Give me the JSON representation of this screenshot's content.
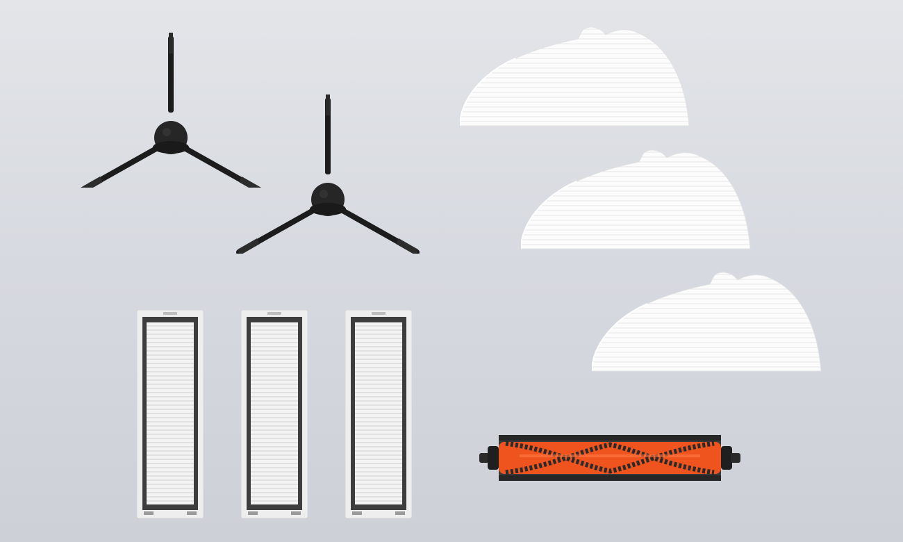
{
  "scene": {
    "subject": "robot-vacuum-accessory-kit",
    "items": [
      {
        "id": "side-brush",
        "count": 2,
        "icon": "side-brush-icon"
      },
      {
        "id": "mop-pad",
        "count": 3,
        "icon": "mop-pad-icon"
      },
      {
        "id": "hepa-filter",
        "count": 3,
        "icon": "filter-icon"
      },
      {
        "id": "main-roller-brush",
        "count": 1,
        "icon": "roller-brush-icon"
      }
    ],
    "colors": {
      "background": "#d9dce1",
      "brush_black": "#1f1f1f",
      "pad_white": "#fbfbfb",
      "filter_frame": "#3a3a3a",
      "roller_orange": "#f0541e"
    }
  }
}
